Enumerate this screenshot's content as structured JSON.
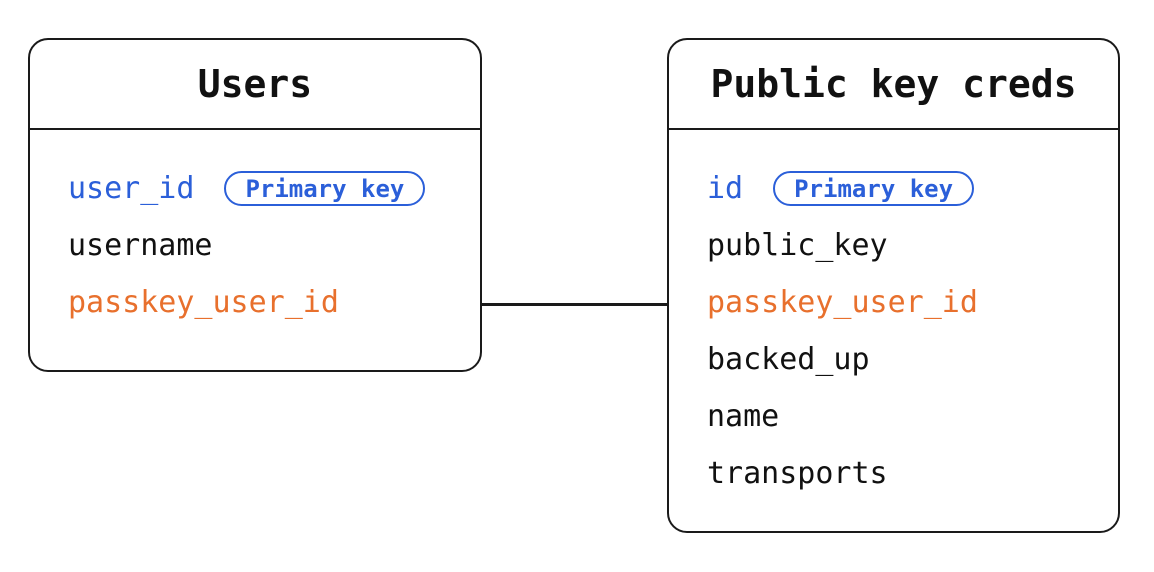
{
  "diagram": {
    "background": "#ffffff",
    "line_color": "#1a1a1a"
  },
  "colors": {
    "primary_key_blue": "#2b5fd9",
    "foreign_key_orange": "#e8702d",
    "text_black": "#111111"
  },
  "tables": [
    {
      "title": "Users",
      "fields": [
        {
          "name": "user_id",
          "color": "blue",
          "badge": "Primary key"
        },
        {
          "name": "username",
          "color": "black",
          "badge": null
        },
        {
          "name": "passkey_user_id",
          "color": "orange",
          "badge": null
        }
      ]
    },
    {
      "title": "Public key creds",
      "fields": [
        {
          "name": "id",
          "color": "blue",
          "badge": "Primary key"
        },
        {
          "name": "public_key",
          "color": "black",
          "badge": null
        },
        {
          "name": "passkey_user_id",
          "color": "orange",
          "badge": null
        },
        {
          "name": "backed_up",
          "color": "black",
          "badge": null
        },
        {
          "name": "name",
          "color": "black",
          "badge": null
        },
        {
          "name": "transports",
          "color": "black",
          "badge": null
        }
      ]
    }
  ],
  "relationship": {
    "from_table": "Users",
    "from_field": "passkey_user_id",
    "to_table": "Public key creds",
    "to_field": "passkey_user_id"
  }
}
